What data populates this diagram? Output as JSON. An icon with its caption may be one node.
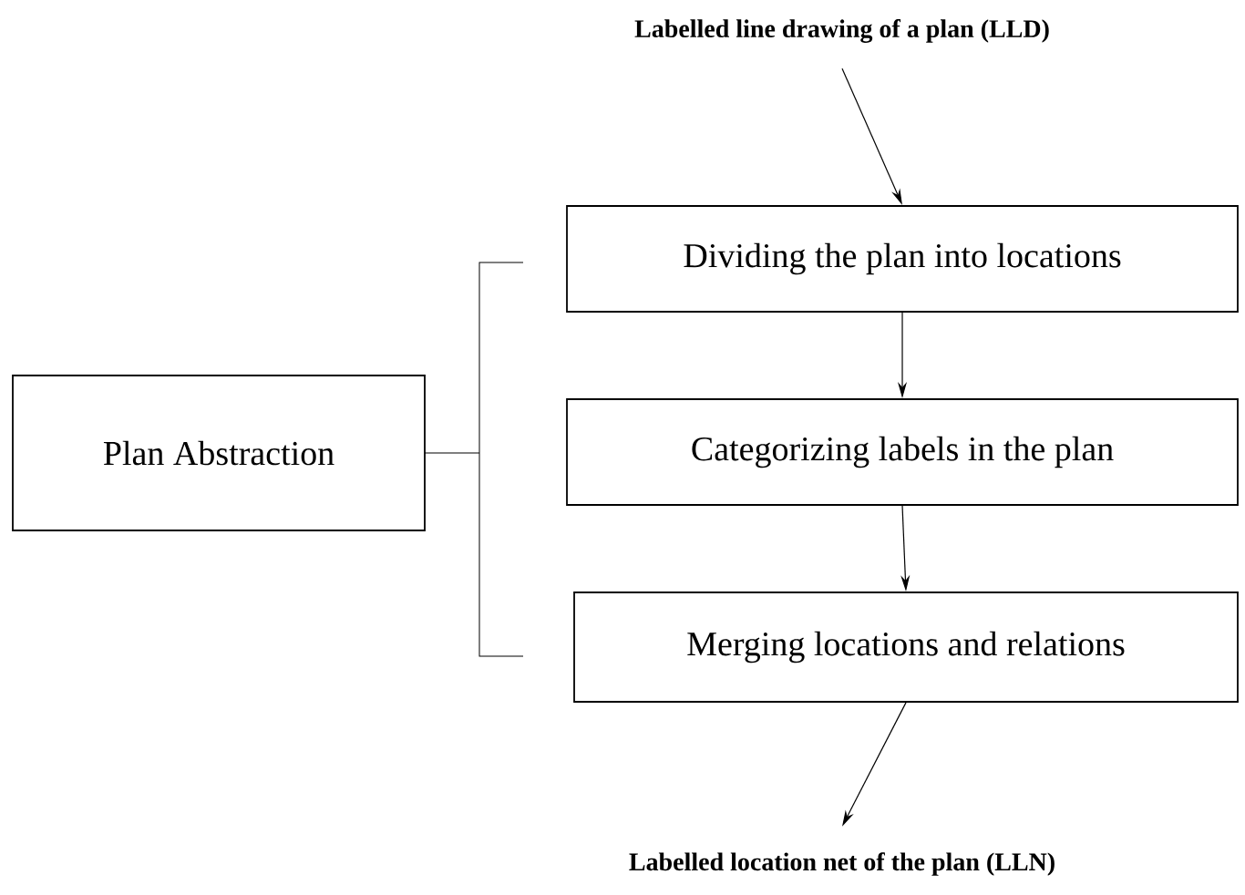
{
  "diagram": {
    "nodes": [
      {
        "text": [
          "Labelled line drawing of a plan (LLD)"
        ]
      },
      {
        "text": [
          "Plan Abstraction"
        ]
      },
      {
        "text": [
          "Dividing the plan into locations"
        ]
      },
      {
        "text": [
          "Categorizing labels in the plan"
        ]
      },
      {
        "text": [
          "Merging locations and relations"
        ]
      },
      {
        "text": [
          "Labelled location net of the plan (LLN)"
        ]
      }
    ],
    "edges": [
      {
        "from": 0,
        "to": 2,
        "arrow": "to"
      },
      {
        "from": 2,
        "to": 3,
        "arrow": "to"
      },
      {
        "from": 3,
        "to": 4,
        "arrow": "to"
      },
      {
        "from": 4,
        "to": 5,
        "arrow": "to"
      }
    ]
  }
}
